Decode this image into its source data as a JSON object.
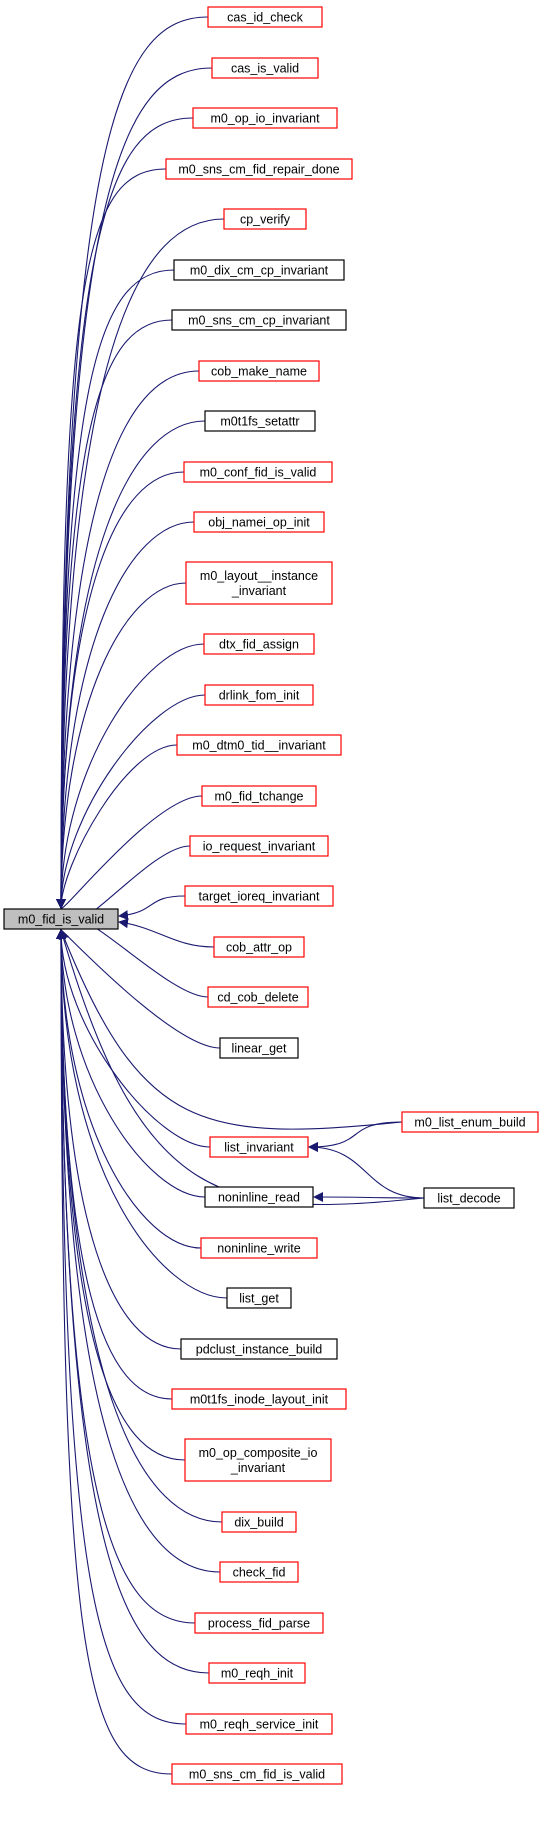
{
  "graph": {
    "root": {
      "label": "m0_fid_is_valid",
      "highlight": true
    },
    "nodes": [
      {
        "id": "n1",
        "lines": [
          "cas_id_check"
        ],
        "border": "red"
      },
      {
        "id": "n2",
        "lines": [
          "cas_is_valid"
        ],
        "border": "red"
      },
      {
        "id": "n3",
        "lines": [
          "m0_op_io_invariant"
        ],
        "border": "red"
      },
      {
        "id": "n4",
        "lines": [
          "m0_sns_cm_fid_repair_done"
        ],
        "border": "red"
      },
      {
        "id": "n5",
        "lines": [
          "cp_verify"
        ],
        "border": "red"
      },
      {
        "id": "n6",
        "lines": [
          "m0_dix_cm_cp_invariant"
        ],
        "border": "black"
      },
      {
        "id": "n7",
        "lines": [
          "m0_sns_cm_cp_invariant"
        ],
        "border": "black"
      },
      {
        "id": "n8",
        "lines": [
          "cob_make_name"
        ],
        "border": "red"
      },
      {
        "id": "n9",
        "lines": [
          "m0t1fs_setattr"
        ],
        "border": "black"
      },
      {
        "id": "n10",
        "lines": [
          "m0_conf_fid_is_valid"
        ],
        "border": "red"
      },
      {
        "id": "n11",
        "lines": [
          "obj_namei_op_init"
        ],
        "border": "red"
      },
      {
        "id": "n12",
        "lines": [
          "m0_layout__instance",
          "_invariant"
        ],
        "border": "red"
      },
      {
        "id": "n13",
        "lines": [
          "dtx_fid_assign"
        ],
        "border": "red"
      },
      {
        "id": "n14",
        "lines": [
          "drlink_fom_init"
        ],
        "border": "red"
      },
      {
        "id": "n15",
        "lines": [
          "m0_dtm0_tid__invariant"
        ],
        "border": "red"
      },
      {
        "id": "n16",
        "lines": [
          "m0_fid_tchange"
        ],
        "border": "red"
      },
      {
        "id": "n17",
        "lines": [
          "io_request_invariant"
        ],
        "border": "red"
      },
      {
        "id": "n18",
        "lines": [
          "target_ioreq_invariant"
        ],
        "border": "red"
      },
      {
        "id": "n19",
        "lines": [
          "cob_attr_op"
        ],
        "border": "red"
      },
      {
        "id": "n20",
        "lines": [
          "cd_cob_delete"
        ],
        "border": "red"
      },
      {
        "id": "n21",
        "lines": [
          "linear_get"
        ],
        "border": "black"
      },
      {
        "id": "n22",
        "lines": [
          "list_invariant"
        ],
        "border": "red"
      },
      {
        "id": "n23",
        "lines": [
          "noninline_read"
        ],
        "border": "black"
      },
      {
        "id": "n24",
        "lines": [
          "noninline_write"
        ],
        "border": "red"
      },
      {
        "id": "n25",
        "lines": [
          "list_get"
        ],
        "border": "black"
      },
      {
        "id": "n26",
        "lines": [
          "pdclust_instance_build"
        ],
        "border": "black"
      },
      {
        "id": "n27",
        "lines": [
          "m0t1fs_inode_layout_init"
        ],
        "border": "red"
      },
      {
        "id": "n28",
        "lines": [
          "m0_op_composite_io",
          "_invariant"
        ],
        "border": "red"
      },
      {
        "id": "n29",
        "lines": [
          "dix_build"
        ],
        "border": "red"
      },
      {
        "id": "n30",
        "lines": [
          "check_fid"
        ],
        "border": "red"
      },
      {
        "id": "n31",
        "lines": [
          "process_fid_parse"
        ],
        "border": "red"
      },
      {
        "id": "n32",
        "lines": [
          "m0_reqh_init"
        ],
        "border": "red"
      },
      {
        "id": "n33",
        "lines": [
          "m0_reqh_service_init"
        ],
        "border": "red"
      },
      {
        "id": "n34",
        "lines": [
          "m0_sns_cm_fid_is_valid"
        ],
        "border": "red"
      },
      {
        "id": "n35",
        "lines": [
          "m0_list_enum_build"
        ],
        "border": "red"
      },
      {
        "id": "n36",
        "lines": [
          "list_decode"
        ],
        "border": "black"
      }
    ],
    "extra_edges": [
      {
        "from": "n35",
        "to": "n22"
      },
      {
        "from": "n36",
        "to": "n22"
      },
      {
        "from": "n36",
        "to": "n23"
      },
      {
        "from": "n35",
        "to": "root"
      },
      {
        "from": "n36",
        "to": "root"
      }
    ],
    "colors": {
      "edge": "#191970",
      "red_border": "#ff0000",
      "black_border": "#000000",
      "root_fill": "#bfbfbf"
    }
  }
}
